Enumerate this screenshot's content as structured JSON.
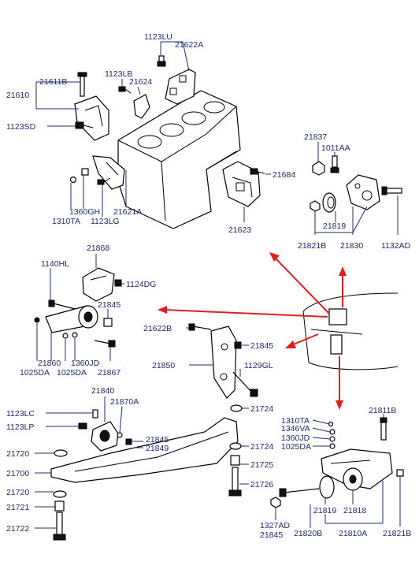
{
  "labels": {
    "l_1123LU": "1123LU",
    "l_21622A": "21622A",
    "l_21611B": "21611B",
    "l_1123LB": "1123LB",
    "l_21624": "21624",
    "l_21610": "21610",
    "l_1123SD": "1123SD",
    "l_21837": "21837",
    "l_1011AA": "1011AA",
    "l_21684": "21684",
    "l_1360GH": "1360GH",
    "l_21621A": "21621A",
    "l_1310TA_top": "1310TA",
    "l_1123LG": "1123LG",
    "l_21623": "21623",
    "l_21819_top": "21819",
    "l_21821B_top": "21821B",
    "l_21830": "21830",
    "l_1132AD": "1132AD",
    "l_21868": "21868",
    "l_1140HL": "1140HL",
    "l_1124DG": "1124DG",
    "l_21845_a": "21845",
    "l_21622B": "21622B",
    "l_21845_b": "21845",
    "l_21860": "21860",
    "l_1360JD_mid": "1360JD",
    "l_1025DA_a": "1025DA",
    "l_1025DA_b": "1025DA",
    "l_21867": "21867",
    "l_21850": "21850",
    "l_1129GL": "1129GL",
    "l_21840": "21840",
    "l_21870A": "21870A",
    "l_1123LC": "1123LC",
    "l_1123LP": "1123LP",
    "l_21724_a": "21724",
    "l_21845_c": "21845",
    "l_21849": "21849",
    "l_21724_b": "21724",
    "l_21720_a": "21720",
    "l_21700": "21700",
    "l_21725": "21725",
    "l_21726": "21726",
    "l_21720_b": "21720",
    "l_21721": "21721",
    "l_21722": "21722",
    "l_21811B": "21811B",
    "l_1310TA_br": "1310TA",
    "l_1346VA": "1346VA",
    "l_1360JD_br": "1360JD",
    "l_1025DA_br": "1025DA",
    "l_21819_br": "21819",
    "l_21818": "21818",
    "l_1327AD": "1327AD",
    "l_21820B": "21820B",
    "l_21845_br": "21845",
    "l_21810A": "21810A",
    "l_21821B_br": "21821B"
  },
  "colors": {
    "label_text": "#1d2b6e",
    "arrow": "#e02020",
    "outline": "#000000"
  }
}
